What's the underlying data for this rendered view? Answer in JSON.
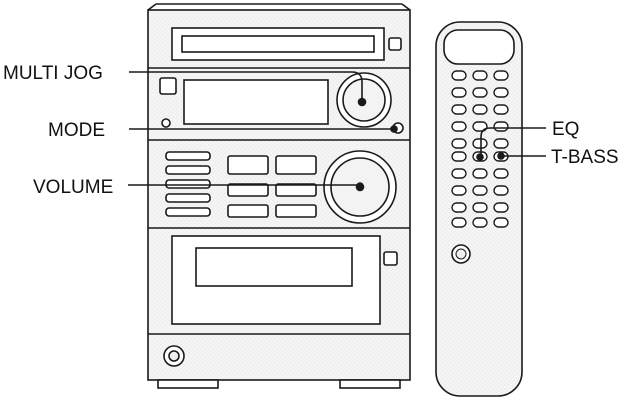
{
  "labels": {
    "multi_jog": "MULTI JOG",
    "mode": "MODE",
    "volume": "VOLUME",
    "eq": "EQ",
    "t_bass": "T-BASS"
  },
  "colors": {
    "ink": "#1a1a1a",
    "paper": "#ffffff",
    "panel": "#fafafa",
    "shade": "#e8e8e8"
  }
}
